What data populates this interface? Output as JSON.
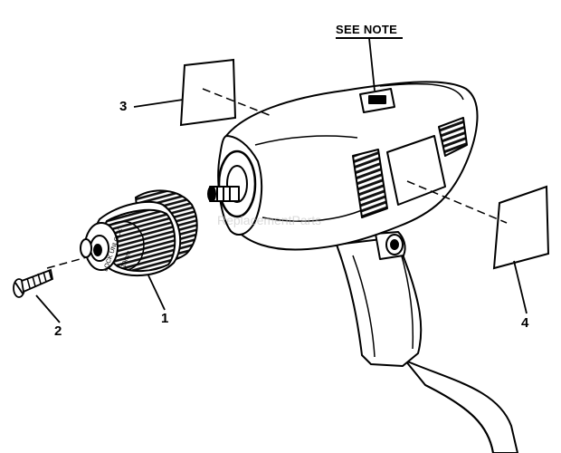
{
  "note_label": "SEE NOTE",
  "callouts": [
    {
      "number": "1",
      "part": "chuck"
    },
    {
      "number": "2",
      "part": "chuck-screw"
    },
    {
      "number": "3",
      "part": "label-left"
    },
    {
      "number": "4",
      "part": "label-right"
    }
  ],
  "chuck_markings": {
    "ring_text": "LOCK  UNLOCK",
    "size_text": "10mm"
  },
  "watermark": "ReplacementParts",
  "colors": {
    "ink": "#000000",
    "paper": "#ffffff"
  }
}
